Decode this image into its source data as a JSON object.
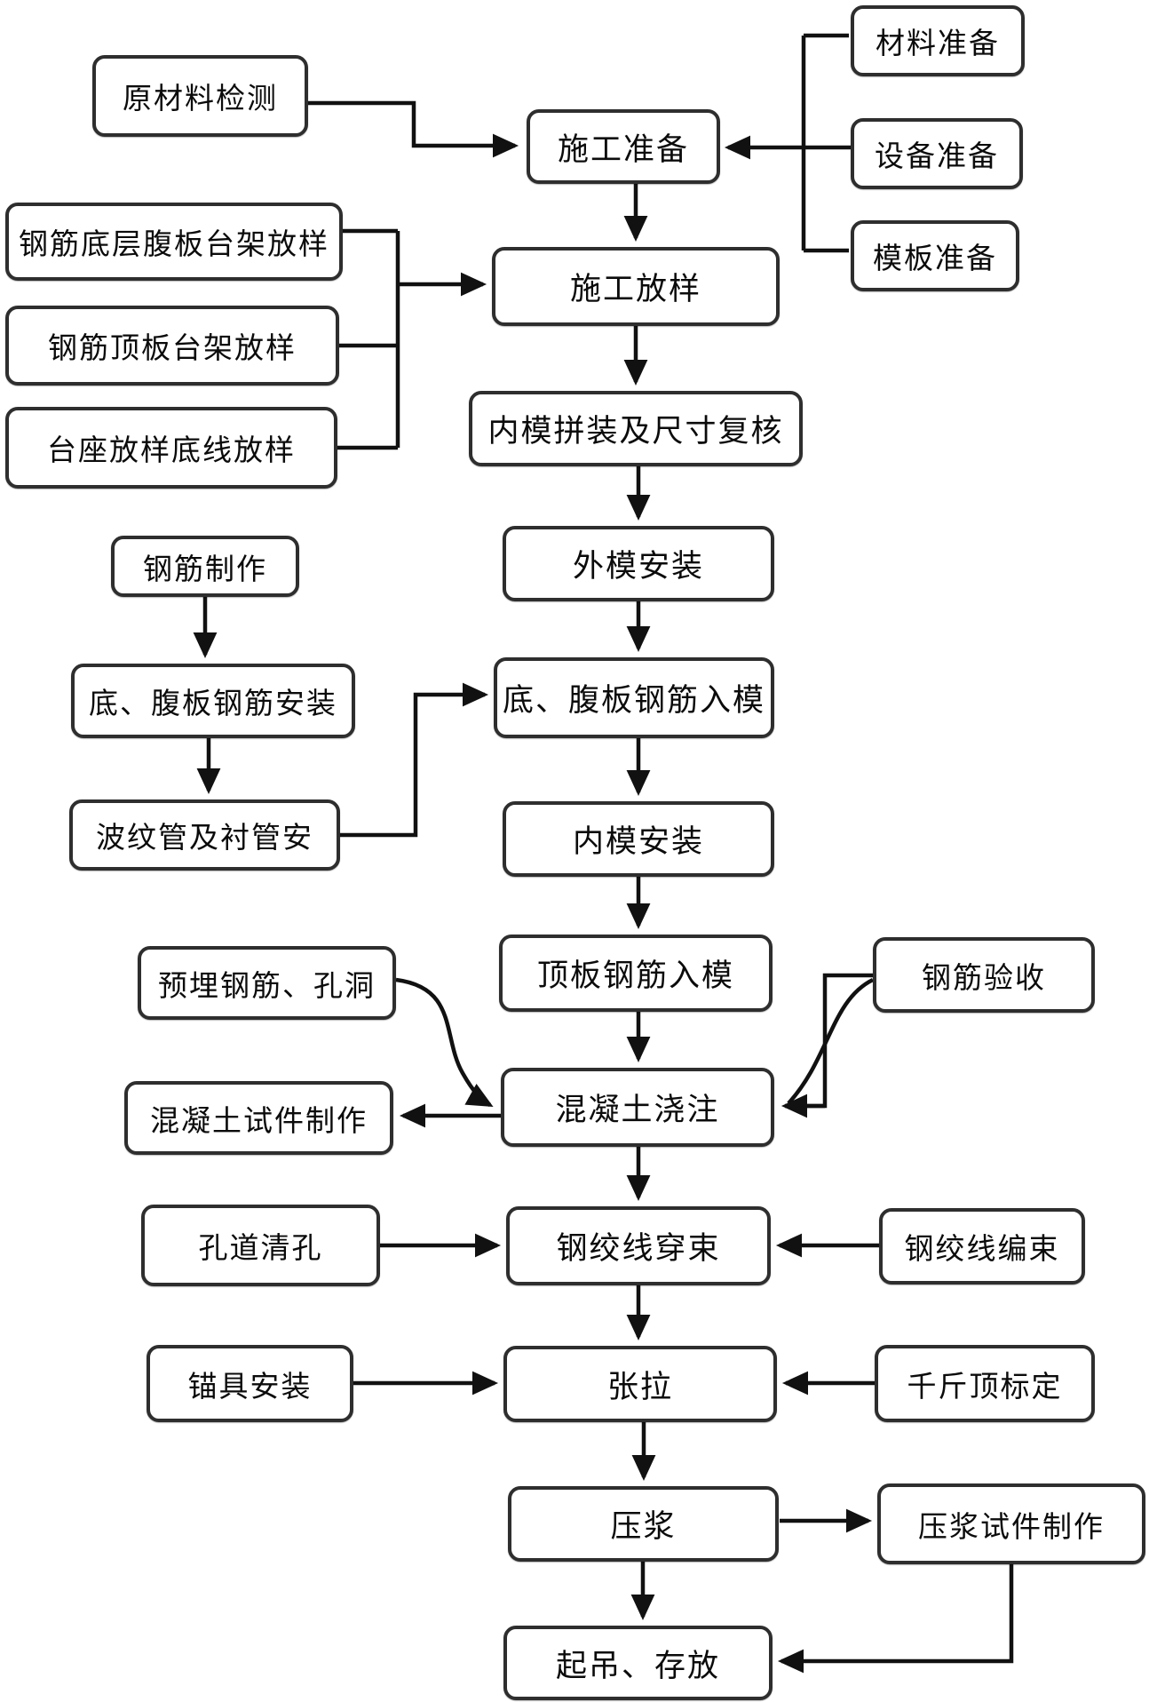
{
  "flowchart": {
    "kind": "process-flow-diagram",
    "colors": {
      "background": "#ffffff",
      "box_fill": "#ffffff",
      "box_border": "#2e2e2e",
      "connector": "#111111",
      "text": "#0b0b0b"
    },
    "nodes": {
      "raw_material_inspection": {
        "label": "原材料检测"
      },
      "material_preparation": {
        "label": "材料准备"
      },
      "equipment_preparation": {
        "label": "设备准备"
      },
      "formwork_preparation": {
        "label": "模板准备"
      },
      "construction_preparation": {
        "label": "施工准备"
      },
      "bottom_web_rebar_bench_layout": {
        "label": "钢筋底层腹板台架放样"
      },
      "top_slab_rebar_bench_layout": {
        "label": "钢筋顶板台架放样"
      },
      "pedestal_baseline_layout": {
        "label": "台座放样底线放样"
      },
      "construction_layout": {
        "label": "施工放样"
      },
      "inner_form_assembly_check": {
        "label": "内模拼装及尺寸复核"
      },
      "outer_form_installation": {
        "label": "外模安装"
      },
      "rebar_fabrication": {
        "label": "钢筋制作"
      },
      "bottom_web_rebar_installation": {
        "label": "底、腹板钢筋安装"
      },
      "corrugated_duct_installation": {
        "label": "波纹管及衬管安"
      },
      "bottom_web_rebar_into_form": {
        "label": "底、腹板钢筋入模"
      },
      "inner_form_installation": {
        "label": "内模安装"
      },
      "top_slab_rebar_into_form": {
        "label": "顶板钢筋入模"
      },
      "embedded_rebar_holes": {
        "label": "预埋钢筋、孔洞"
      },
      "rebar_acceptance": {
        "label": "钢筋验收"
      },
      "concrete_pouring": {
        "label": "混凝土浇注"
      },
      "concrete_specimen_making": {
        "label": "混凝土试件制作"
      },
      "duct_cleaning": {
        "label": "孔道清孔"
      },
      "strand_threading": {
        "label": "钢绞线穿束"
      },
      "strand_bundling": {
        "label": "钢绞线编束"
      },
      "anchorage_installation": {
        "label": "锚具安装"
      },
      "tensioning": {
        "label": "张拉"
      },
      "jack_calibration": {
        "label": "千斤顶标定"
      },
      "grouting": {
        "label": "压浆"
      },
      "grout_specimen_making": {
        "label": "压浆试件制作"
      },
      "lifting_storage": {
        "label": "起吊、存放"
      }
    },
    "edges": [
      {
        "from": "raw_material_inspection",
        "to": "construction_preparation"
      },
      {
        "from": "material_preparation",
        "to": "construction_preparation"
      },
      {
        "from": "equipment_preparation",
        "to": "construction_preparation"
      },
      {
        "from": "formwork_preparation",
        "to": "construction_preparation"
      },
      {
        "from": "construction_preparation",
        "to": "construction_layout"
      },
      {
        "from": "bottom_web_rebar_bench_layout",
        "to": "construction_layout"
      },
      {
        "from": "top_slab_rebar_bench_layout",
        "to": "construction_layout"
      },
      {
        "from": "pedestal_baseline_layout",
        "to": "construction_layout"
      },
      {
        "from": "construction_layout",
        "to": "inner_form_assembly_check"
      },
      {
        "from": "inner_form_assembly_check",
        "to": "outer_form_installation"
      },
      {
        "from": "outer_form_installation",
        "to": "bottom_web_rebar_into_form"
      },
      {
        "from": "rebar_fabrication",
        "to": "bottom_web_rebar_installation"
      },
      {
        "from": "bottom_web_rebar_installation",
        "to": "corrugated_duct_installation"
      },
      {
        "from": "corrugated_duct_installation",
        "to": "bottom_web_rebar_into_form"
      },
      {
        "from": "bottom_web_rebar_into_form",
        "to": "inner_form_installation"
      },
      {
        "from": "inner_form_installation",
        "to": "top_slab_rebar_into_form"
      },
      {
        "from": "top_slab_rebar_into_form",
        "to": "concrete_pouring"
      },
      {
        "from": "embedded_rebar_holes",
        "to": "concrete_pouring"
      },
      {
        "from": "rebar_acceptance",
        "to": "concrete_pouring"
      },
      {
        "from": "concrete_pouring",
        "to": "concrete_specimen_making"
      },
      {
        "from": "concrete_pouring",
        "to": "strand_threading"
      },
      {
        "from": "duct_cleaning",
        "to": "strand_threading"
      },
      {
        "from": "strand_bundling",
        "to": "strand_threading"
      },
      {
        "from": "strand_threading",
        "to": "tensioning"
      },
      {
        "from": "anchorage_installation",
        "to": "tensioning"
      },
      {
        "from": "jack_calibration",
        "to": "tensioning"
      },
      {
        "from": "tensioning",
        "to": "grouting"
      },
      {
        "from": "grouting",
        "to": "grout_specimen_making"
      },
      {
        "from": "grouting",
        "to": "lifting_storage"
      },
      {
        "from": "grout_specimen_making",
        "to": "lifting_storage"
      }
    ]
  }
}
